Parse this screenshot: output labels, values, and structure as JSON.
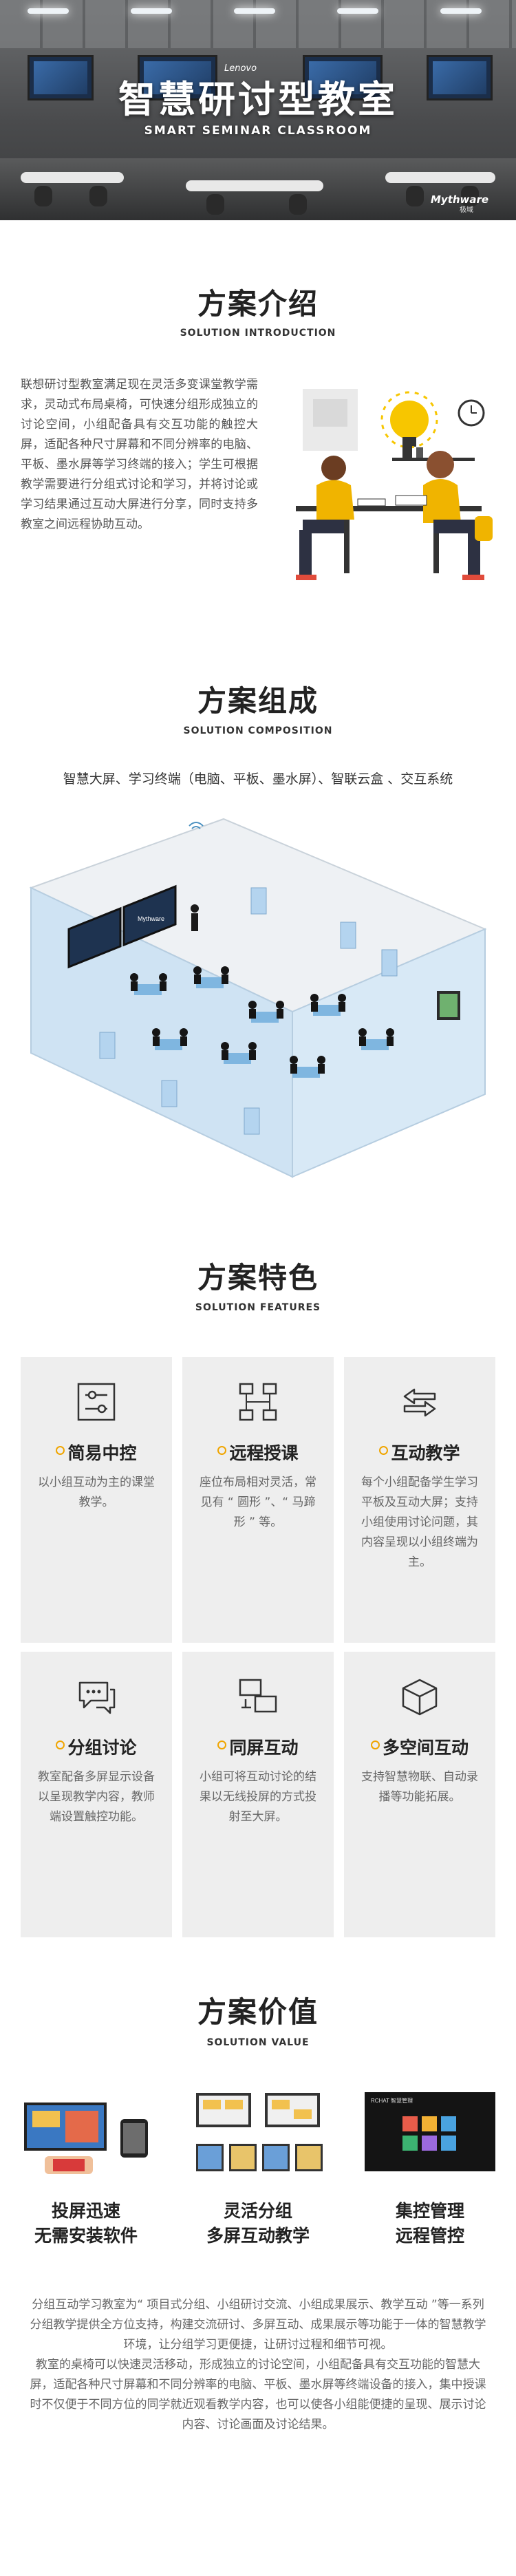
{
  "hero": {
    "title": "智慧研讨型教室",
    "subtitle": "SMART SEMINAR CLASSROOM",
    "screen_brand": "Lenovo",
    "brand_logo": "Mythware",
    "brand_logo_cn": "极域"
  },
  "intro": {
    "title": "方案介绍",
    "subtitle": "SOLUTION INTRODUCTION",
    "body": "联想研讨型教室满足现在灵活多变课堂教学需求，灵动式布局桌椅，可快速分组形成独立的讨论空间，小组配备具有交互功能的触控大屏，适配各种尺寸屏幕和不同分辨率的电脑、平板、墨水屏等学习终端的接入；学生可根据教学需要进行分组式讨论和学习，并将讨论或学习结果通过互动大屏进行分享，同时支持多教室之间远程协助互动。"
  },
  "composition": {
    "title": "方案组成",
    "subtitle": "SOLUTION COMPOSITION",
    "components": "智慧大屏、学习终端（电脑、平板、墨水屏）、智联云盒 、交互系统",
    "screen_brand": "Mythware"
  },
  "features": {
    "title": "方案特色",
    "subtitle": "SOLUTION FEATURES",
    "items": [
      {
        "icon": "sliders-icon",
        "title": "简易中控",
        "body": "以小组互动为主的课堂教学。"
      },
      {
        "icon": "network-icon",
        "title": "远程授课",
        "body": "座位布局相对灵活，常见有 “ 圆形 ”、“ 马蹄形 ” 等。"
      },
      {
        "icon": "swap-arrows-icon",
        "title": "互动教学",
        "body": "每个小组配备学生学习平板及互动大屏；支持小组使用讨论问题，其内容呈现以小组终端为主。"
      },
      {
        "icon": "chat-bubbles-icon",
        "title": "分组讨论",
        "body": "教室配备多屏显示设备以呈现教学内容，教师端设置触控功能。"
      },
      {
        "icon": "screen-mirror-icon",
        "title": "同屏互动",
        "body": "小组可将互动讨论的结果以无线投屏的方式投射至大屏。"
      },
      {
        "icon": "cube-icon",
        "title": "多空间互动",
        "body": "支持智慧物联、自动录播等功能拓展。"
      }
    ]
  },
  "value": {
    "title": "方案价值",
    "subtitle": "SOLUTION VALUE",
    "items": [
      {
        "line1": "投屏迅速",
        "line2": "无需安装软件"
      },
      {
        "line1": "灵活分组",
        "line2": "多屏互动教学"
      },
      {
        "line1": "集控管理",
        "line2": "远程管控"
      }
    ],
    "p1": "分组互动学习教室为“ 项目式分组、小组研讨交流、小组成果展示、教学互动 ”等一系列分组教学提供全方位支持，构建交流研讨、多屏互动、成果展示等功能于一体的智慧教学环境，让分组学习更便捷，让研讨过程和细节可视。",
    "p2": "教室的桌椅可以快速灵活移动，形成独立的讨论空间，小组配备具有交互功能的智慧大屏，适配各种尺寸屏幕和不同分辨率的电脑、平板、墨水屏等终端设备的接入，集中授课时不仅便于不同方位的同学就近观看教学内容，也可以使各小组能便捷的呈现、展示讨论内容、讨论画面及讨论结果。",
    "mgmt_screen_title": "RCHAT 智慧管理"
  },
  "colors": {
    "accent_ring": "#f0a500",
    "card_bg": "#eeeeee",
    "heading": "#222222",
    "body_text": "#666666",
    "room_floor": "#cfe3f3",
    "room_wall": "#eef1f4"
  }
}
